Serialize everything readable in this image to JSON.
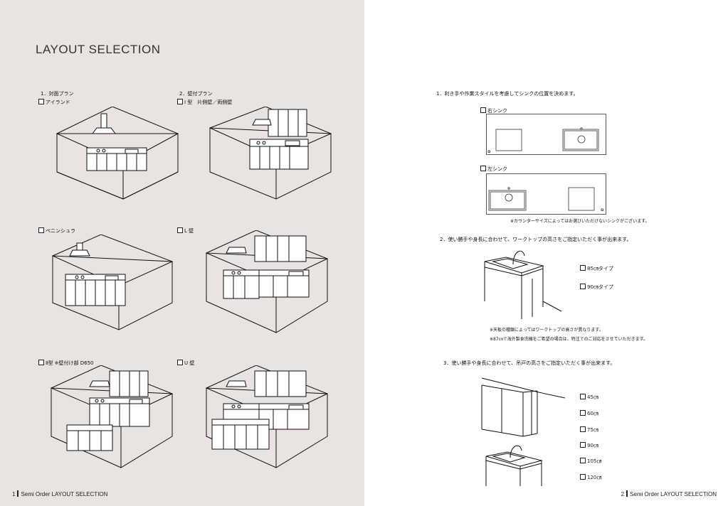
{
  "left": {
    "title": "LAYOUT SELECTION",
    "plans": [
      {
        "number": "1．対面プラン",
        "option": "アイランド"
      },
      {
        "number": "2．壁付プラン",
        "option": "Ⅰ 型　片側壁／両側壁"
      },
      {
        "option": "ペニンシュラ"
      },
      {
        "option": "L 壁"
      },
      {
        "option": "Ⅱ型 ※壁付け部 D650"
      },
      {
        "option": "U 壁"
      }
    ],
    "footer": {
      "page": "1",
      "text": "Semi Order  LAYOUT SELECTION"
    }
  },
  "right": {
    "section1": {
      "heading": "1．利き手や作業スタイルを考慮してシンクの位置を決めます。",
      "options": [
        "右シンク",
        "左シンク"
      ],
      "note": "※カウンターサイズによってはお選びいただけないシンクがございます。"
    },
    "section2": {
      "heading": "2．使い勝手や身長に合わせて、ワークトップの高さをご指定いただく事が出来ます。",
      "options": [
        "85㎝タイプ",
        "90㎝タイプ"
      ],
      "notes": [
        "※天板の種類によってはワークトップの高さが異なります。",
        "※87㎝で海外製食洗機をご希望の場合は、特注でのご対応をさせていただきます。"
      ]
    },
    "section3": {
      "heading": "3．使い勝手や身長に合わせて、吊戸の高さをご指定いただく事が出来ます。",
      "options": [
        "45㎝",
        "60㎝",
        "75㎝",
        "90㎝",
        "105㎝",
        "120㎝"
      ]
    },
    "footer": {
      "page": "2",
      "text": "Semi Order  LAYOUT SELECTION"
    }
  }
}
